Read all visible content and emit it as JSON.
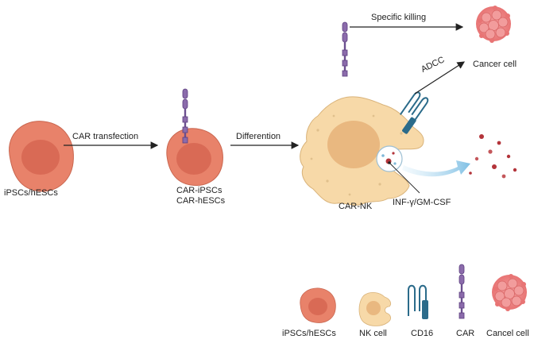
{
  "labels": {
    "car_transfection": "CAR transfection",
    "differention": "Differention",
    "specific_killing": "Specific killing",
    "adcc": "ADCC",
    "cancer_cell": "Cancer  cell",
    "ipscs_hescs": "iPSCs/hESCs",
    "car_ipscs": "CAR-iPSCs",
    "car_hescs": "CAR-hESCs",
    "car_nk": "CAR-NK",
    "cytokines": "INF-γ/GM-CSF"
  },
  "legend": {
    "ipscs_hescs": "iPSCs/hESCs",
    "nk_cell": "NK cell",
    "cd16": "CD16",
    "car": "CAR",
    "cancer_cell": "Cancel cell"
  },
  "colors": {
    "stem_outer": "#e8826a",
    "stem_inner": "#d96a55",
    "nk_body": "#f7d9a8",
    "nk_nucleus": "#e9b880",
    "car_purple": "#8b6bab",
    "cd16_blue": "#2b6b8a",
    "cancer_pink": "#f08a8a",
    "dot_red": "#b3343a",
    "arrow_blue": "#a9d4ec"
  }
}
